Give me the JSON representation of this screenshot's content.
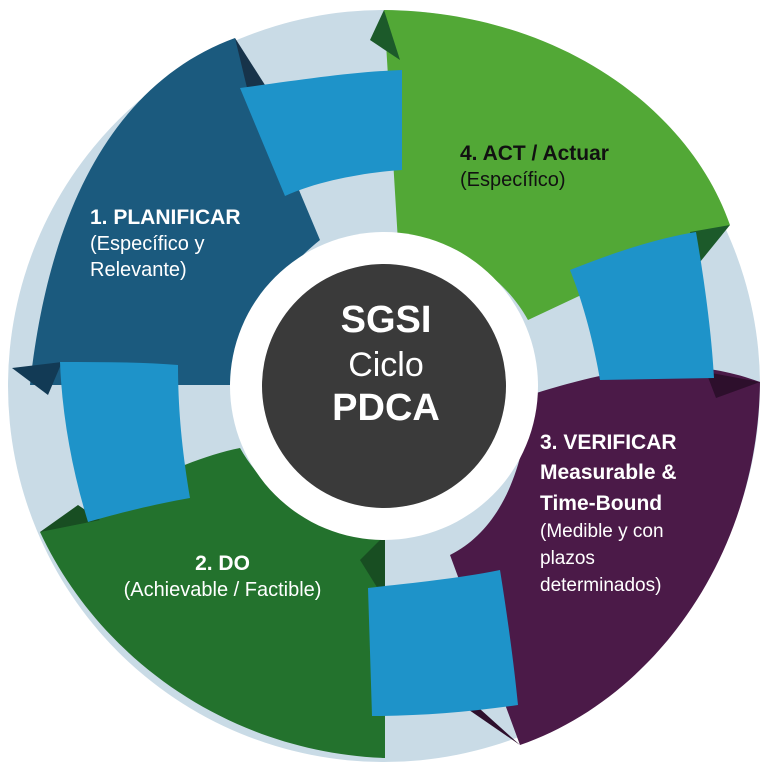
{
  "center": {
    "line1": "SGSI",
    "line2": "Ciclo",
    "line3": "PDCA"
  },
  "segments": [
    {
      "id": "plan",
      "title": "1. PLANIFICAR",
      "subtitle_lines": [
        "(Específico y",
        "Relevante)"
      ],
      "color": "#1b5a7e"
    },
    {
      "id": "do",
      "title": "2. DO",
      "subtitle_lines": [
        "(Achievable / Factible)"
      ],
      "color": "#23722d"
    },
    {
      "id": "verify",
      "title_lines": [
        "3. VERIFICAR",
        "Measurable &",
        "Time-Bound"
      ],
      "subtitle_lines": [
        "(Medible y con",
        "plazos",
        "determinados)"
      ],
      "color": "#4b1a48"
    },
    {
      "id": "act",
      "title": "4. ACT / Actuar",
      "subtitle_lines": [
        "(Específico)"
      ],
      "color": "#52a836"
    }
  ],
  "colors": {
    "ring_background": "#c9dbe6",
    "connector_blue": "#1e93c9",
    "center_disc": "#3a3a3a"
  }
}
